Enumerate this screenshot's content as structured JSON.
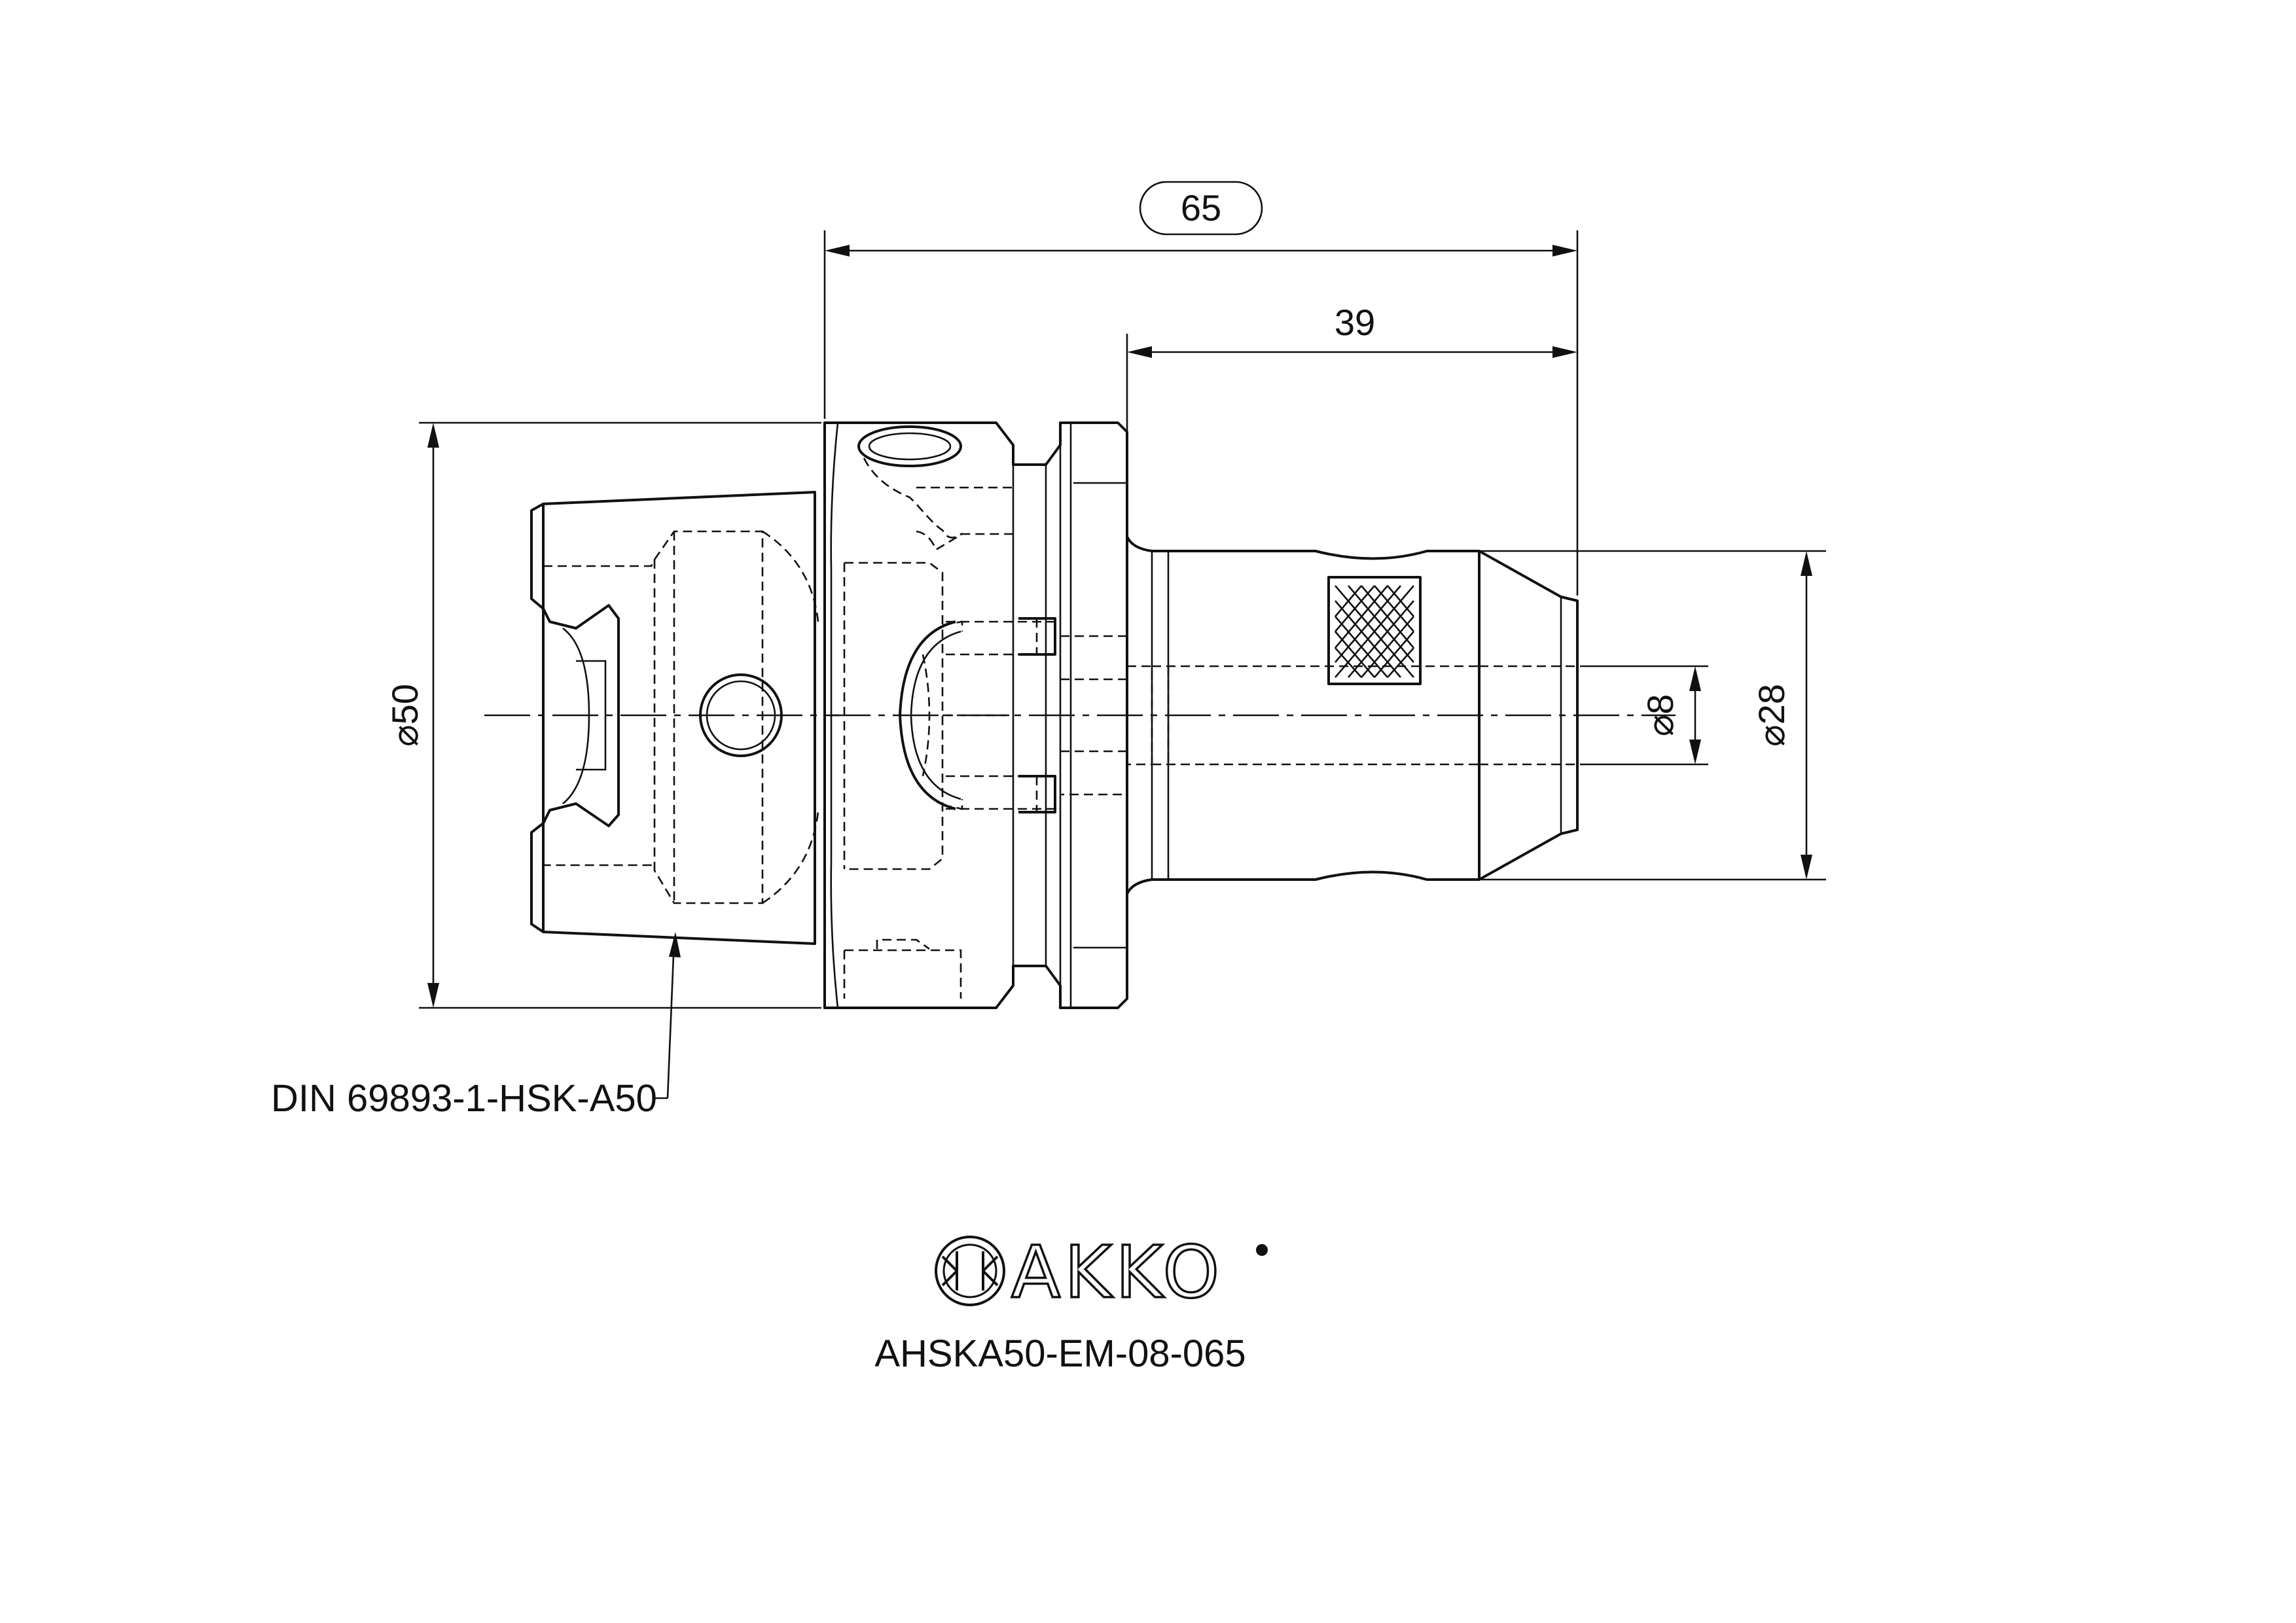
{
  "dimensions": {
    "overall_length": "65",
    "shank_length": "39",
    "flange_diameter": "⌀50",
    "bore_diameter": "⌀8",
    "nose_diameter": "⌀28"
  },
  "callout": {
    "standard": "DIN 69893-1-HSK-A50"
  },
  "brand": {
    "name": "AKKO",
    "registered_mark": "®"
  },
  "part_number": "AHSKA50-EM-08-065"
}
